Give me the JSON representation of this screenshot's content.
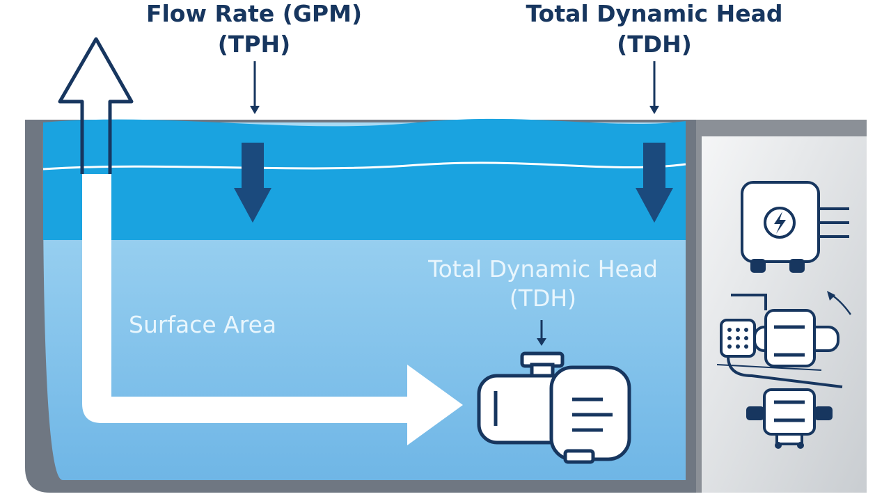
{
  "labels": {
    "flow_rate_line1": "Flow Rate (GPM)",
    "flow_rate_line2": "(TPH)",
    "tdh_top_line1": "Total Dynamic Head",
    "tdh_top_line2": "(TDH)",
    "tdh_water_line1": "Total Dynamic Head",
    "tdh_water_line2": "(TDH)",
    "surface_area": "Surface Area"
  },
  "icons": [
    "up-arrow-icon",
    "flow-arrow-icon",
    "down-arrow-icon",
    "pump-icon",
    "electric-motor-icon",
    "lightning-icon",
    "control-box-icon",
    "curved-arrow-icon"
  ],
  "colors": {
    "navy": "#17365f",
    "water_top": "#1aa3e0",
    "water_deep": "#8ccbee",
    "tank_wall": "#6f7782",
    "panel": "#d9dcdf",
    "white": "#ffffff"
  }
}
